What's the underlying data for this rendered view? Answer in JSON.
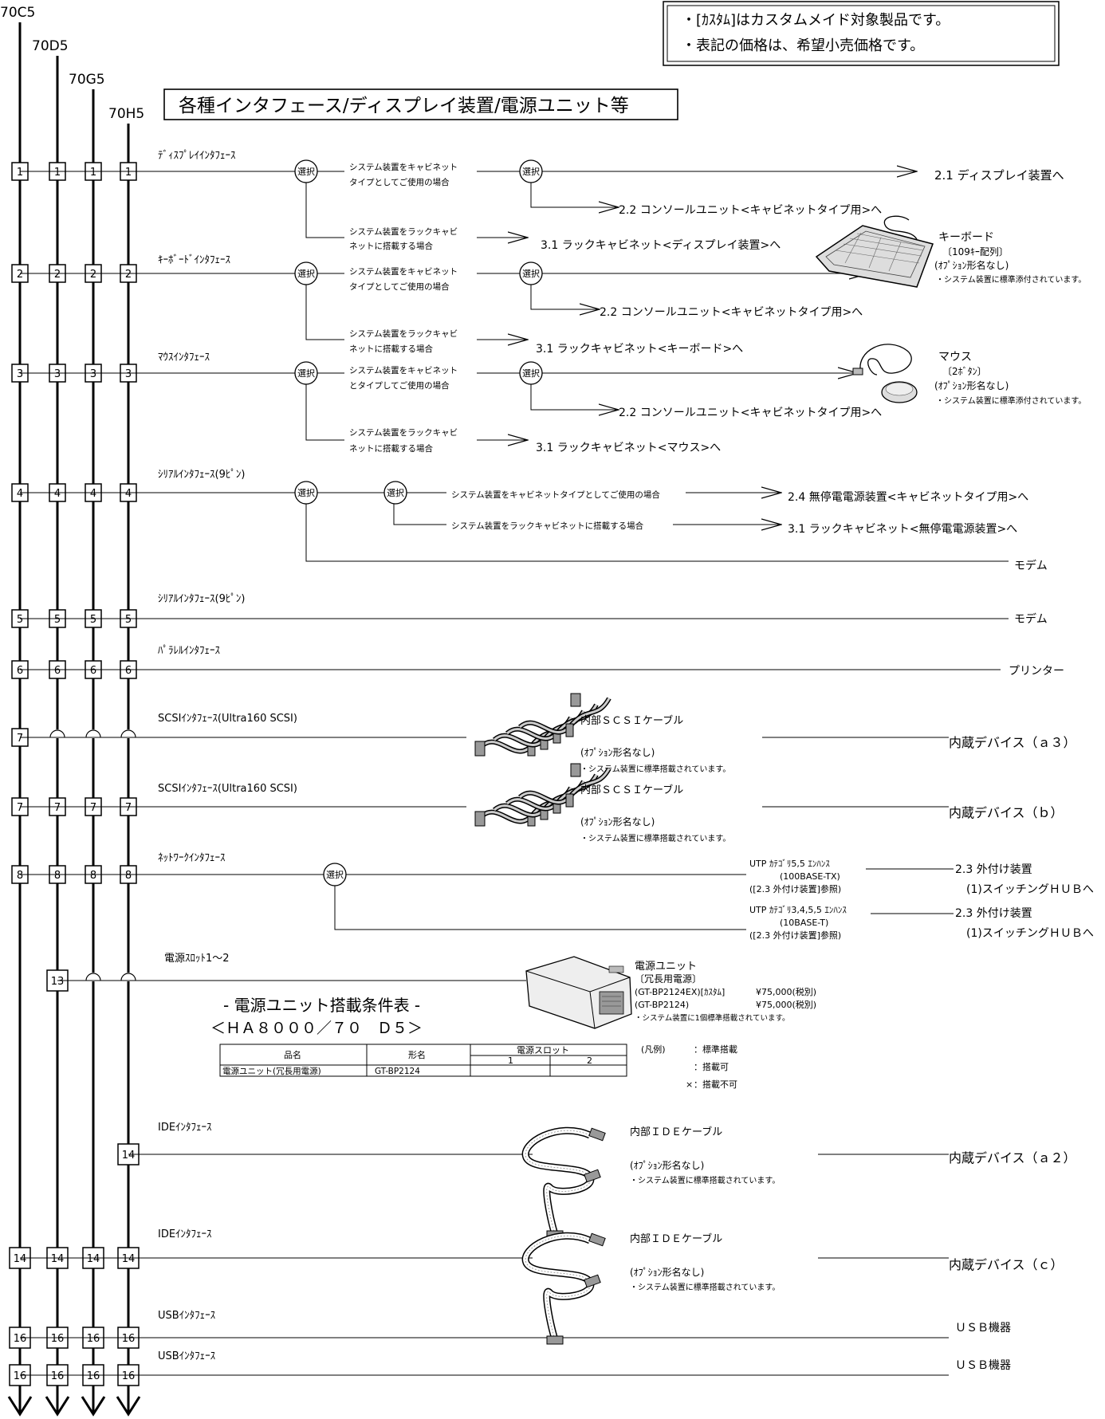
{
  "models": [
    "70C5",
    "70D5",
    "70G5",
    "70H5"
  ],
  "notice": [
    "・[ｶｽﾀﾑ]はカスタムメイド対象製品です。",
    "・表記の価格は、希望小売価格です。"
  ],
  "title": "各種インタフェース/ディスプレイ装置/電源ユニット等",
  "select_label": "選択",
  "slots": {
    "n1": "1",
    "n2": "2",
    "n3": "3",
    "n4": "4",
    "n5": "5",
    "n6": "6",
    "n7": "7",
    "n8": "8",
    "n13": "13",
    "n14": "14",
    "n16": "16"
  },
  "interfaces": {
    "display": "ﾃﾞｨｽﾌﾟﾚｲｲﾝﾀﾌｪｰｽ",
    "keyboard": "ｷｰﾎﾞｰﾄﾞｲﾝﾀﾌｪｰｽ",
    "mouse": "ﾏｳｽｲﾝﾀﾌｪｰｽ",
    "serial": "ｼﾘｱﾙｲﾝﾀﾌｪｰｽ(9ﾋﾟﾝ)",
    "parallel": "ﾊﾟﾗﾚﾙｲﾝﾀﾌｪｰｽ",
    "scsi": "SCSIｲﾝﾀﾌｪｰｽ(Ultra160 SCSI)",
    "network": "ﾈｯﾄﾜｰｸｲﾝﾀﾌｪｰｽ",
    "power_slot": "電源ｽﾛｯﾄ1～2",
    "ide": "IDEｲﾝﾀﾌｪｰｽ",
    "usb": "USBｲﾝﾀﾌｪｰｽ"
  },
  "conditions": {
    "cab_1": "システム装置をキャビネット",
    "cab_2": "タイプとしてご使用の場合",
    "cab_2b": "とタイプしてご使用の場合",
    "rack_1": "システム装置をラックキャビ",
    "rack_2": "ネットに搭載する場合",
    "cab_long": "システム装置をキャビネットタイプとしてご使用の場合",
    "rack_long": "システム装置をラックキャビネットに搭載する場合"
  },
  "destinations": {
    "display_device": "2.1 ディスプレイ装置へ",
    "console_unit": "2.2 コンソールユニット<キャビネットタイプ用>へ",
    "rack_display": "3.1 ラックキャビネット<ディスプレイ装置>へ",
    "rack_keyboard": "3.1 ラックキャビネット<キーボード>へ",
    "rack_mouse": "3.1 ラックキャビネット<マウス>へ",
    "ups_cab": "2.4 無停電電源装置<キャビネットタイプ用>へ",
    "rack_ups": "3.1 ラックキャビネット<無停電電源装置>へ",
    "modem": "モデム",
    "printer": "プリンター",
    "internal_a3": "内蔵デバイス（ａ３）",
    "internal_b": "内蔵デバイス（ｂ）",
    "internal_a2": "内蔵デバイス（ａ２）",
    "internal_c": "内蔵デバイス（ｃ）",
    "ext_device": "2.3 外付け装置",
    "switching_hub": "(1)スイッチングＨＵＢへ",
    "usb_device": "ＵＳＢ機器"
  },
  "keyboard": {
    "name": "キーボード",
    "layout": "〔109ｷｰ配列〕",
    "option": "(ｵﾌﾟｼｮﾝ形名なし)",
    "note": "・システム装置に標準添付されています。"
  },
  "mouse": {
    "name": "マウス",
    "buttons": "〔2ﾎﾞﾀﾝ〕",
    "option": "(ｵﾌﾟｼｮﾝ形名なし)",
    "note": "・システム装置に標準添付されています。"
  },
  "scsi_cable": {
    "name": "内部ＳＣＳＩケーブル",
    "option": "(ｵﾌﾟｼｮﾝ形名なし)",
    "note": "・システム装置に標準搭載されています。"
  },
  "ide_cable": {
    "name": "内部ＩＤＥケーブル",
    "option": "(ｵﾌﾟｼｮﾝ形名なし)",
    "note": "・システム装置に標準搭載されています。"
  },
  "utp": {
    "cat5e": "UTP ｶﾃｺﾞﾘ5,5 ｴﾝﾊﾝｽ",
    "tx": "(100BASE-TX)",
    "cat3": "UTP ｶﾃｺﾞﾘ3,4,5,5 ｴﾝﾊﾝｽ",
    "t": "(10BASE-T)",
    "ref": "([2.3 外付け装置]参照)"
  },
  "psu": {
    "name": "電源ユニット",
    "type": "〔冗長用電源〕",
    "model_1": "(GT-BP2124EX)[ｶｽﾀﾑ]",
    "price_1": "¥75,000(税別)",
    "model_2": "(GT-BP2124)",
    "price_2": "¥75,000(税別)",
    "note": "・システム装置に1個標準搭載されています。"
  },
  "psu_table": {
    "title": "- 電源ユニット搭載条件表 -",
    "subtitle": "＜ＨＡ８０００／７０　Ｄ５＞",
    "col_name": "品名",
    "col_model": "形名",
    "col_slot": "電源スロット",
    "slot_1": "1",
    "slot_2": "2",
    "row_name": "電源ユニット(冗長用電源)",
    "row_model": "GT-BP2124"
  },
  "legend": {
    "title": "(凡例)",
    "standard": "：標準搭載",
    "possible": "：搭載可",
    "x_mark": "×",
    "impossible": "：搭載不可"
  }
}
